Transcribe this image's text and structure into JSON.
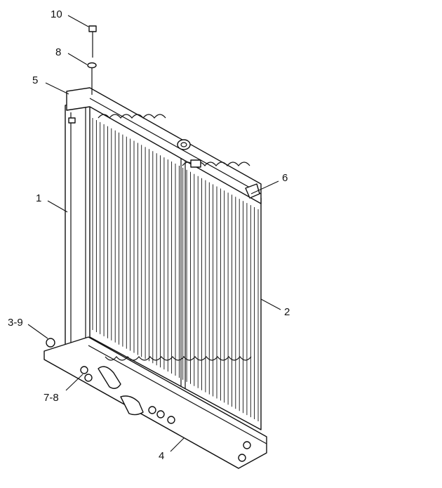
{
  "diagram": {
    "callouts": [
      {
        "id": "c10",
        "label": "10"
      },
      {
        "id": "c8",
        "label": "8"
      },
      {
        "id": "c5",
        "label": "5"
      },
      {
        "id": "c6",
        "label": "6"
      },
      {
        "id": "c1",
        "label": "1"
      },
      {
        "id": "c2",
        "label": "2"
      },
      {
        "id": "c3-9",
        "label": "3-9"
      },
      {
        "id": "c7-8",
        "label": "7-8"
      },
      {
        "id": "c4",
        "label": "4"
      }
    ]
  }
}
